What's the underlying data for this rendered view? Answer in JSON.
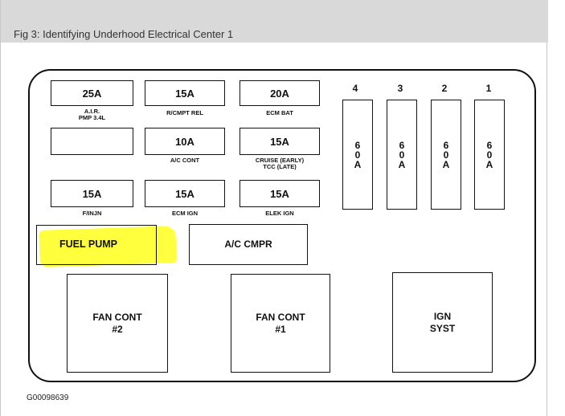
{
  "caption": "Fig 3: Identifying Underhood Electrical Center 1",
  "footer_code": "G00098639",
  "fuses": [
    {
      "id": "r1c1",
      "rating": "25A",
      "label": "A.I.R.\nPMP 3.4L"
    },
    {
      "id": "r1c2",
      "rating": "15A",
      "label": "R/CMPT REL"
    },
    {
      "id": "r1c3",
      "rating": "20A",
      "label": "ECM BAT"
    },
    {
      "id": "r2c1",
      "rating": "",
      "label": ""
    },
    {
      "id": "r2c2",
      "rating": "10A",
      "label": "A/C CONT"
    },
    {
      "id": "r2c3",
      "rating": "15A",
      "label": "CRUISE (EARLY)\nTCC (LATE)"
    },
    {
      "id": "r3c1",
      "rating": "15A",
      "label": "F/INJN"
    },
    {
      "id": "r3c2",
      "rating": "15A",
      "label": "ECM IGN"
    },
    {
      "id": "r3c3",
      "rating": "15A",
      "label": "ELEK IGN"
    }
  ],
  "maxi_fuses": [
    {
      "number": "4",
      "rating": "6\n0\nA"
    },
    {
      "number": "3",
      "rating": "6\n0\nA"
    },
    {
      "number": "2",
      "rating": "6\n0\nA"
    },
    {
      "number": "1",
      "rating": "6\n0\nA"
    }
  ],
  "relays": {
    "fuel_pump": "FUEL PUMP",
    "ac_cmpr": "A/C CMPR",
    "fan_cont_2": "FAN CONT\n#2",
    "fan_cont_1": "FAN CONT\n#1",
    "ign_syst": "IGN\nSYST"
  },
  "colors": {
    "highlight": "#ffff33",
    "line": "#111111",
    "caption_bar": "#d9d9d9"
  }
}
